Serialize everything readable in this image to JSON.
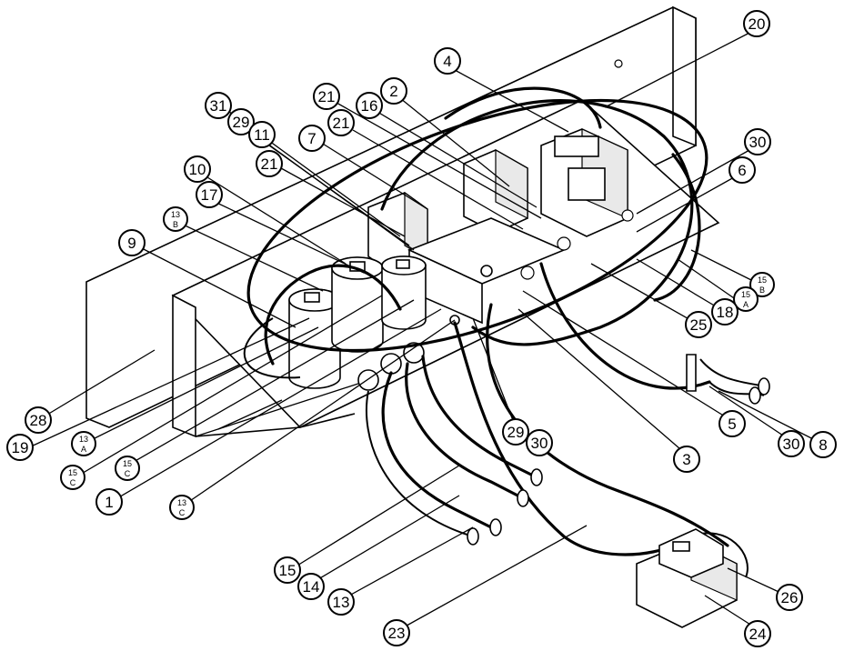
{
  "diagram": {
    "callouts": [
      {
        "id": "c20",
        "label": "20"
      },
      {
        "id": "c4",
        "label": "4"
      },
      {
        "id": "c2",
        "label": "2"
      },
      {
        "id": "c16",
        "label": "16"
      },
      {
        "id": "c21a",
        "label": "21"
      },
      {
        "id": "c21b",
        "label": "21"
      },
      {
        "id": "c31",
        "label": "31"
      },
      {
        "id": "c29a",
        "label": "29"
      },
      {
        "id": "c11",
        "label": "11"
      },
      {
        "id": "c7",
        "label": "7"
      },
      {
        "id": "c21c",
        "label": "21"
      },
      {
        "id": "c10",
        "label": "10"
      },
      {
        "id": "c17",
        "label": "17"
      },
      {
        "id": "c13b",
        "label": "13",
        "sub": "B"
      },
      {
        "id": "c9",
        "label": "9"
      },
      {
        "id": "c30a",
        "label": "30"
      },
      {
        "id": "c6",
        "label": "6"
      },
      {
        "id": "c15b",
        "label": "15",
        "sub": "B"
      },
      {
        "id": "c15a",
        "label": "15",
        "sub": "A"
      },
      {
        "id": "c18",
        "label": "18"
      },
      {
        "id": "c25",
        "label": "25"
      },
      {
        "id": "c28",
        "label": "28"
      },
      {
        "id": "c19",
        "label": "19"
      },
      {
        "id": "c13a",
        "label": "13",
        "sub": "A"
      },
      {
        "id": "c15c1",
        "label": "15",
        "sub": "C"
      },
      {
        "id": "c15c2",
        "label": "15",
        "sub": "C"
      },
      {
        "id": "c1",
        "label": "1"
      },
      {
        "id": "c13c",
        "label": "13",
        "sub": "C"
      },
      {
        "id": "c29b",
        "label": "29"
      },
      {
        "id": "c30b",
        "label": "30"
      },
      {
        "id": "c3",
        "label": "3"
      },
      {
        "id": "c5",
        "label": "5"
      },
      {
        "id": "c30c",
        "label": "30"
      },
      {
        "id": "c8",
        "label": "8"
      },
      {
        "id": "c15",
        "label": "15"
      },
      {
        "id": "c14",
        "label": "14"
      },
      {
        "id": "c13",
        "label": "13"
      },
      {
        "id": "c23",
        "label": "23"
      },
      {
        "id": "c26",
        "label": "26"
      },
      {
        "id": "c24",
        "label": "24"
      }
    ]
  }
}
